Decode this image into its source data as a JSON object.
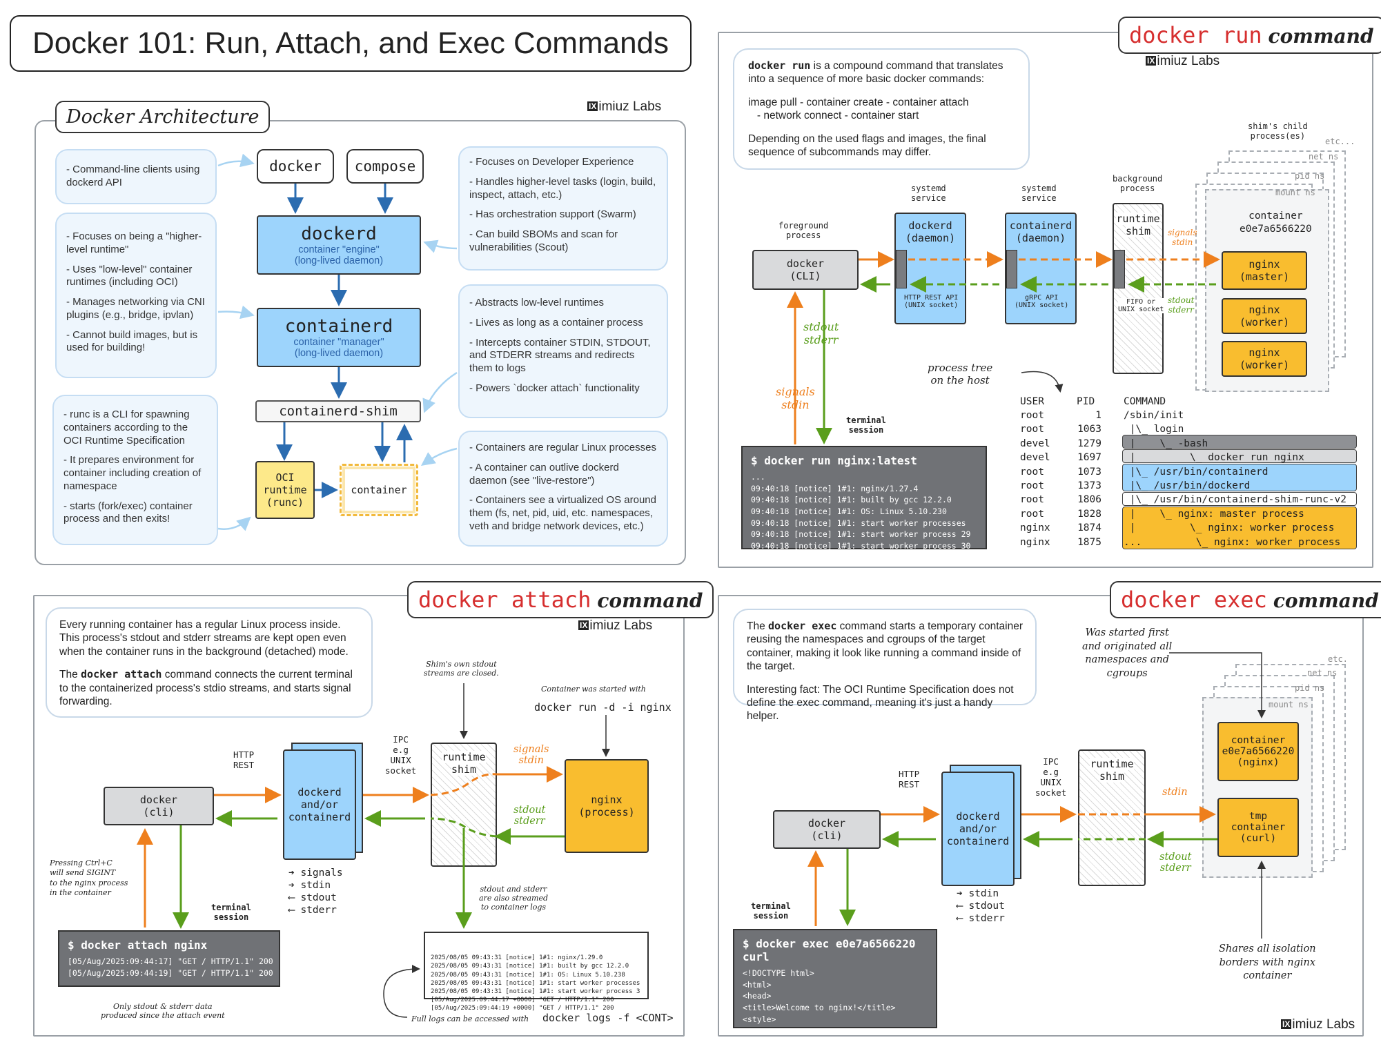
{
  "page_title": "Docker 101: Run, Attach, and Exec Commands",
  "brand": "iximiuz Labs",
  "brand_mark": "IX",
  "brand_rest": "imiuz Labs",
  "arch": {
    "title": "Docker Architecture",
    "notes": {
      "clients": "- Command-line clients using dockerd API",
      "dockerd": [
        "- Focuses on being a \"higher-level runtime\"",
        "- Uses \"low-level\" container runtimes (including OCI)",
        "- Manages networking via CNI plugins (e.g., bridge, ipvlan)",
        "- Cannot build images, but is used for building!"
      ],
      "runc": [
        "- runc is a CLI for spawning containers according to the OCI Runtime Specification",
        "- It prepares environment for container including creation of namespace",
        "- starts (fork/exec) container process and then exits!"
      ],
      "dx": [
        "- Focuses on Developer Experience",
        "- Handles higher-level tasks (login, build, inspect, attach, etc.)",
        "- Has orchestration support (Swarm)",
        "- Can build SBOMs and scan for vulnerabilities (Scout)"
      ],
      "containerd": [
        "- Abstracts low-level runtimes",
        "- Lives as long as a container process",
        "- Intercepts container STDIN, STDOUT, and STDERR streams and redirects them to logs",
        "- Powers `docker attach` functionality"
      ],
      "containers": [
        "- Containers are regular Linux processes",
        "- A container can outlive dockerd daemon (see \"live-restore\")",
        "- Containers see a virtualized OS around them (fs, net, pid, uid, etc. namespaces, veth and bridge network devices, etc.)"
      ]
    },
    "boxes": {
      "docker": "docker",
      "compose": "compose",
      "dockerd": "dockerd",
      "dockerd_sub1": "container \"engine\"",
      "dockerd_sub2": "(long-lived daemon)",
      "containerd": "containerd",
      "containerd_sub1": "container \"manager\"",
      "containerd_sub2": "(long-lived daemon)",
      "shim": "containerd-shim",
      "runc1": "OCI",
      "runc2": "runtime",
      "runc3": "(runc)",
      "container": "container"
    }
  },
  "run": {
    "title_red": "docker run",
    "title_black": "command",
    "note_p1_cmd": "docker run",
    "note_p1_rest": " is a compound command that translates into a sequence of more basic docker commands:",
    "note_p2a": "image pull - container create - container attach",
    "note_p2b": "- network connect - container start",
    "note_p3": "Depending on the used flags and images, the final sequence of subcommands may differ.",
    "labels": {
      "foreground": "foreground\nprocess",
      "systemd1": "systemd\nservice",
      "systemd2": "systemd\nservice",
      "background": "background\nprocess",
      "shim_child": "shim's child\nprocess(es)",
      "etc": "etc...",
      "net_ns": "net ns",
      "pid_ns": "pid ns",
      "mount_ns": "mount ns",
      "http_api": "HTTP REST API\n(UNIX socket)",
      "grpc_api": "gRPC API\n(UNIX socket)",
      "fifo": "FIFO or\nUNIX socket",
      "signals_stdin": "signals\nstdin",
      "stdout_stderr": "stdout\nstderr",
      "stdout_stderr_v": "stdout\nstderr",
      "signals_stdin_v": "signals\nstdin",
      "terminal": "terminal\nsession",
      "process_tree": "process tree\non the host"
    },
    "boxes": {
      "docker1": "docker",
      "docker2": "(CLI)",
      "dockerd1": "dockerd",
      "dockerd2": "(daemon)",
      "containerd1": "containerd",
      "containerd2": "(daemon)",
      "shim1": "runtime",
      "shim2": "shim",
      "container1": "container",
      "container2": "e0e7a6566220",
      "nginx_master1": "nginx",
      "nginx_master2": "(master)",
      "nginx_w1a": "nginx",
      "nginx_w1b": "(worker)",
      "nginx_w2a": "nginx",
      "nginx_w2b": "(worker)"
    },
    "terminal": {
      "command": "$ docker run nginx:latest",
      "lines": [
        "...",
        "09:40:18 [notice] 1#1: nginx/1.27.4",
        "09:40:18 [notice] 1#1: built by gcc 12.2.0",
        "09:40:18 [notice] 1#1: OS: Linux 5.10.230",
        "09:40:18 [notice] 1#1: start worker processes",
        "09:40:18 [notice] 1#1: start worker process 29",
        "09:40:18 [notice] 1#1: start worker process 30"
      ]
    },
    "ptree": {
      "headers": [
        "USER",
        "PID",
        "COMMAND"
      ],
      "rows": [
        {
          "user": "root",
          "pid": "1",
          "cmd": "/sbin/init"
        },
        {
          "user": "root",
          "pid": "1063",
          "cmd": " |\\_ login"
        },
        {
          "user": "devel",
          "pid": "1279",
          "cmd": " |    \\_ -bash"
        },
        {
          "user": "devel",
          "pid": "1697",
          "cmd": " |         \\_ docker run nginx"
        },
        {
          "user": "root",
          "pid": "1073",
          "cmd": " |\\_ /usr/bin/containerd"
        },
        {
          "user": "root",
          "pid": "1373",
          "cmd": " |\\_ /usr/bin/dockerd"
        },
        {
          "user": "root",
          "pid": "1806",
          "cmd": " |\\_ /usr/bin/containerd-shim-runc-v2"
        },
        {
          "user": "root",
          "pid": "1828",
          "cmd": " |    \\_ nginx: master process"
        },
        {
          "user": "nginx",
          "pid": "1874",
          "cmd": " |         \\_ nginx: worker process"
        },
        {
          "user": "nginx",
          "pid": "1875",
          "cmd": "...         \\_ nginx: worker process"
        }
      ]
    }
  },
  "attach": {
    "title_red": "docker attach",
    "title_black": "command",
    "note_p1": "Every running container has a regular Linux process inside. This process's stdout and stderr streams are kept open even when the container runs in the background (detached) mode.",
    "note_p2a": "The ",
    "note_p2_cmd": "docker attach",
    "note_p2b": " command connects the current terminal to the containerized process's stdio streams, and starts signal forwarding.",
    "labels": {
      "http_rest": "HTTP\nREST",
      "ipc": "IPC\ne.g\nUNIX\nsocket",
      "shim_closed": "Shim's own stdout\nstreams are closed.",
      "started_with": "Container was started with",
      "started_cmd": "docker run -d -i nginx",
      "signals_stdin": "signals\nstdin",
      "stdout_stderr": "stdout\nstderr",
      "legend": [
        "signals",
        "stdin",
        "stdout",
        "stderr"
      ],
      "ctrlc": "Pressing Ctrl+C\nwill send SIGINT\nto the nginx process\nin the container",
      "terminal": "terminal\nsession",
      "streamed": "stdout and stderr\nare also streamed\nto container logs",
      "only_since": "Only stdout & stderr data\nproduced since the attach event",
      "full_logs": "Full logs can be accessed with",
      "full_logs_cmd": "docker logs -f <CONT>"
    },
    "boxes": {
      "docker1": "docker",
      "docker2": "(cli)",
      "dockerd1": "dockerd",
      "dockerd2": "and/or",
      "dockerd3": "containerd",
      "shim1": "runtime",
      "shim2": "shim",
      "nginx1": "nginx",
      "nginx2": "(process)"
    },
    "terminal": {
      "command": "$ docker attach nginx",
      "lines": [
        "[05/Aug/2025:09:44:17] \"GET / HTTP/1.1\" 200",
        "[05/Aug/2025:09:44:19] \"GET / HTTP/1.1\" 200"
      ]
    },
    "logs": [
      "2025/08/05 09:43:31 [notice] 1#1: nginx/1.29.0",
      "2025/08/05 09:43:31 [notice] 1#1: built by gcc 12.2.0",
      "2025/08/05 09:43:31 [notice] 1#1: OS: Linux 5.10.238",
      "2025/08/05 09:43:31 [notice] 1#1: start worker processes",
      "2025/08/05 09:43:31 [notice] 1#1: start worker process 3",
      "[05/Aug/2025:09:44:17 +0000] \"GET / HTTP/1.1\" 200",
      "[05/Aug/2025:09:44:19 +0000] \"GET / HTTP/1.1\" 200"
    ]
  },
  "exec": {
    "title_red": "docker exec",
    "title_black": "command",
    "note_p1a": "The ",
    "note_p1_cmd": "docker exec",
    "note_p1b": " command starts a temporary container reusing the namespaces and cgroups of the target container, making it look like running a command inside of the target.",
    "note_p2": "Interesting fact: The OCI Runtime Specification does not define the exec command, meaning it's just a handy helper.",
    "labels": {
      "started_first": "Was started first\nand originated all\nnamespaces and\ncgroups",
      "etc": "etc.",
      "net_ns": "net ns",
      "pid_ns": "pid ns",
      "mount_ns": "mount ns",
      "http_rest": "HTTP\nREST",
      "ipc": "IPC\ne.g\nUNIX\nsocket",
      "stdin": "stdin",
      "stdout_stderr": "stdout\nstderr",
      "legend": [
        "stdin",
        "stdout",
        "stderr"
      ],
      "terminal": "terminal\nsession",
      "shares": "Shares all isolation\nborders with nginx\ncontainer"
    },
    "boxes": {
      "docker1": "docker",
      "docker2": "(cli)",
      "dockerd1": "dockerd",
      "dockerd2": "and/or",
      "dockerd3": "containerd",
      "shim1": "runtime",
      "shim2": "shim",
      "c1a": "container",
      "c1b": "e0e7a6566220",
      "c1c": "(nginx)",
      "c2a": "tmp",
      "c2b": "container",
      "c2c": "(curl)"
    },
    "terminal": {
      "command": "$ docker exec e0e7a6566220 curl",
      "lines": [
        "<!DOCTYPE html>",
        "<html>",
        "<head>",
        "<title>Welcome to nginx!</title>",
        "<style>",
        "..."
      ]
    }
  },
  "colors": {
    "orange": "#ee7f1d",
    "green": "#5a9e1c",
    "blue": "#2b6cb0",
    "red": "#d62f2f",
    "yellow": "#f9bd2f",
    "lightblue": "#9dd4fc"
  }
}
